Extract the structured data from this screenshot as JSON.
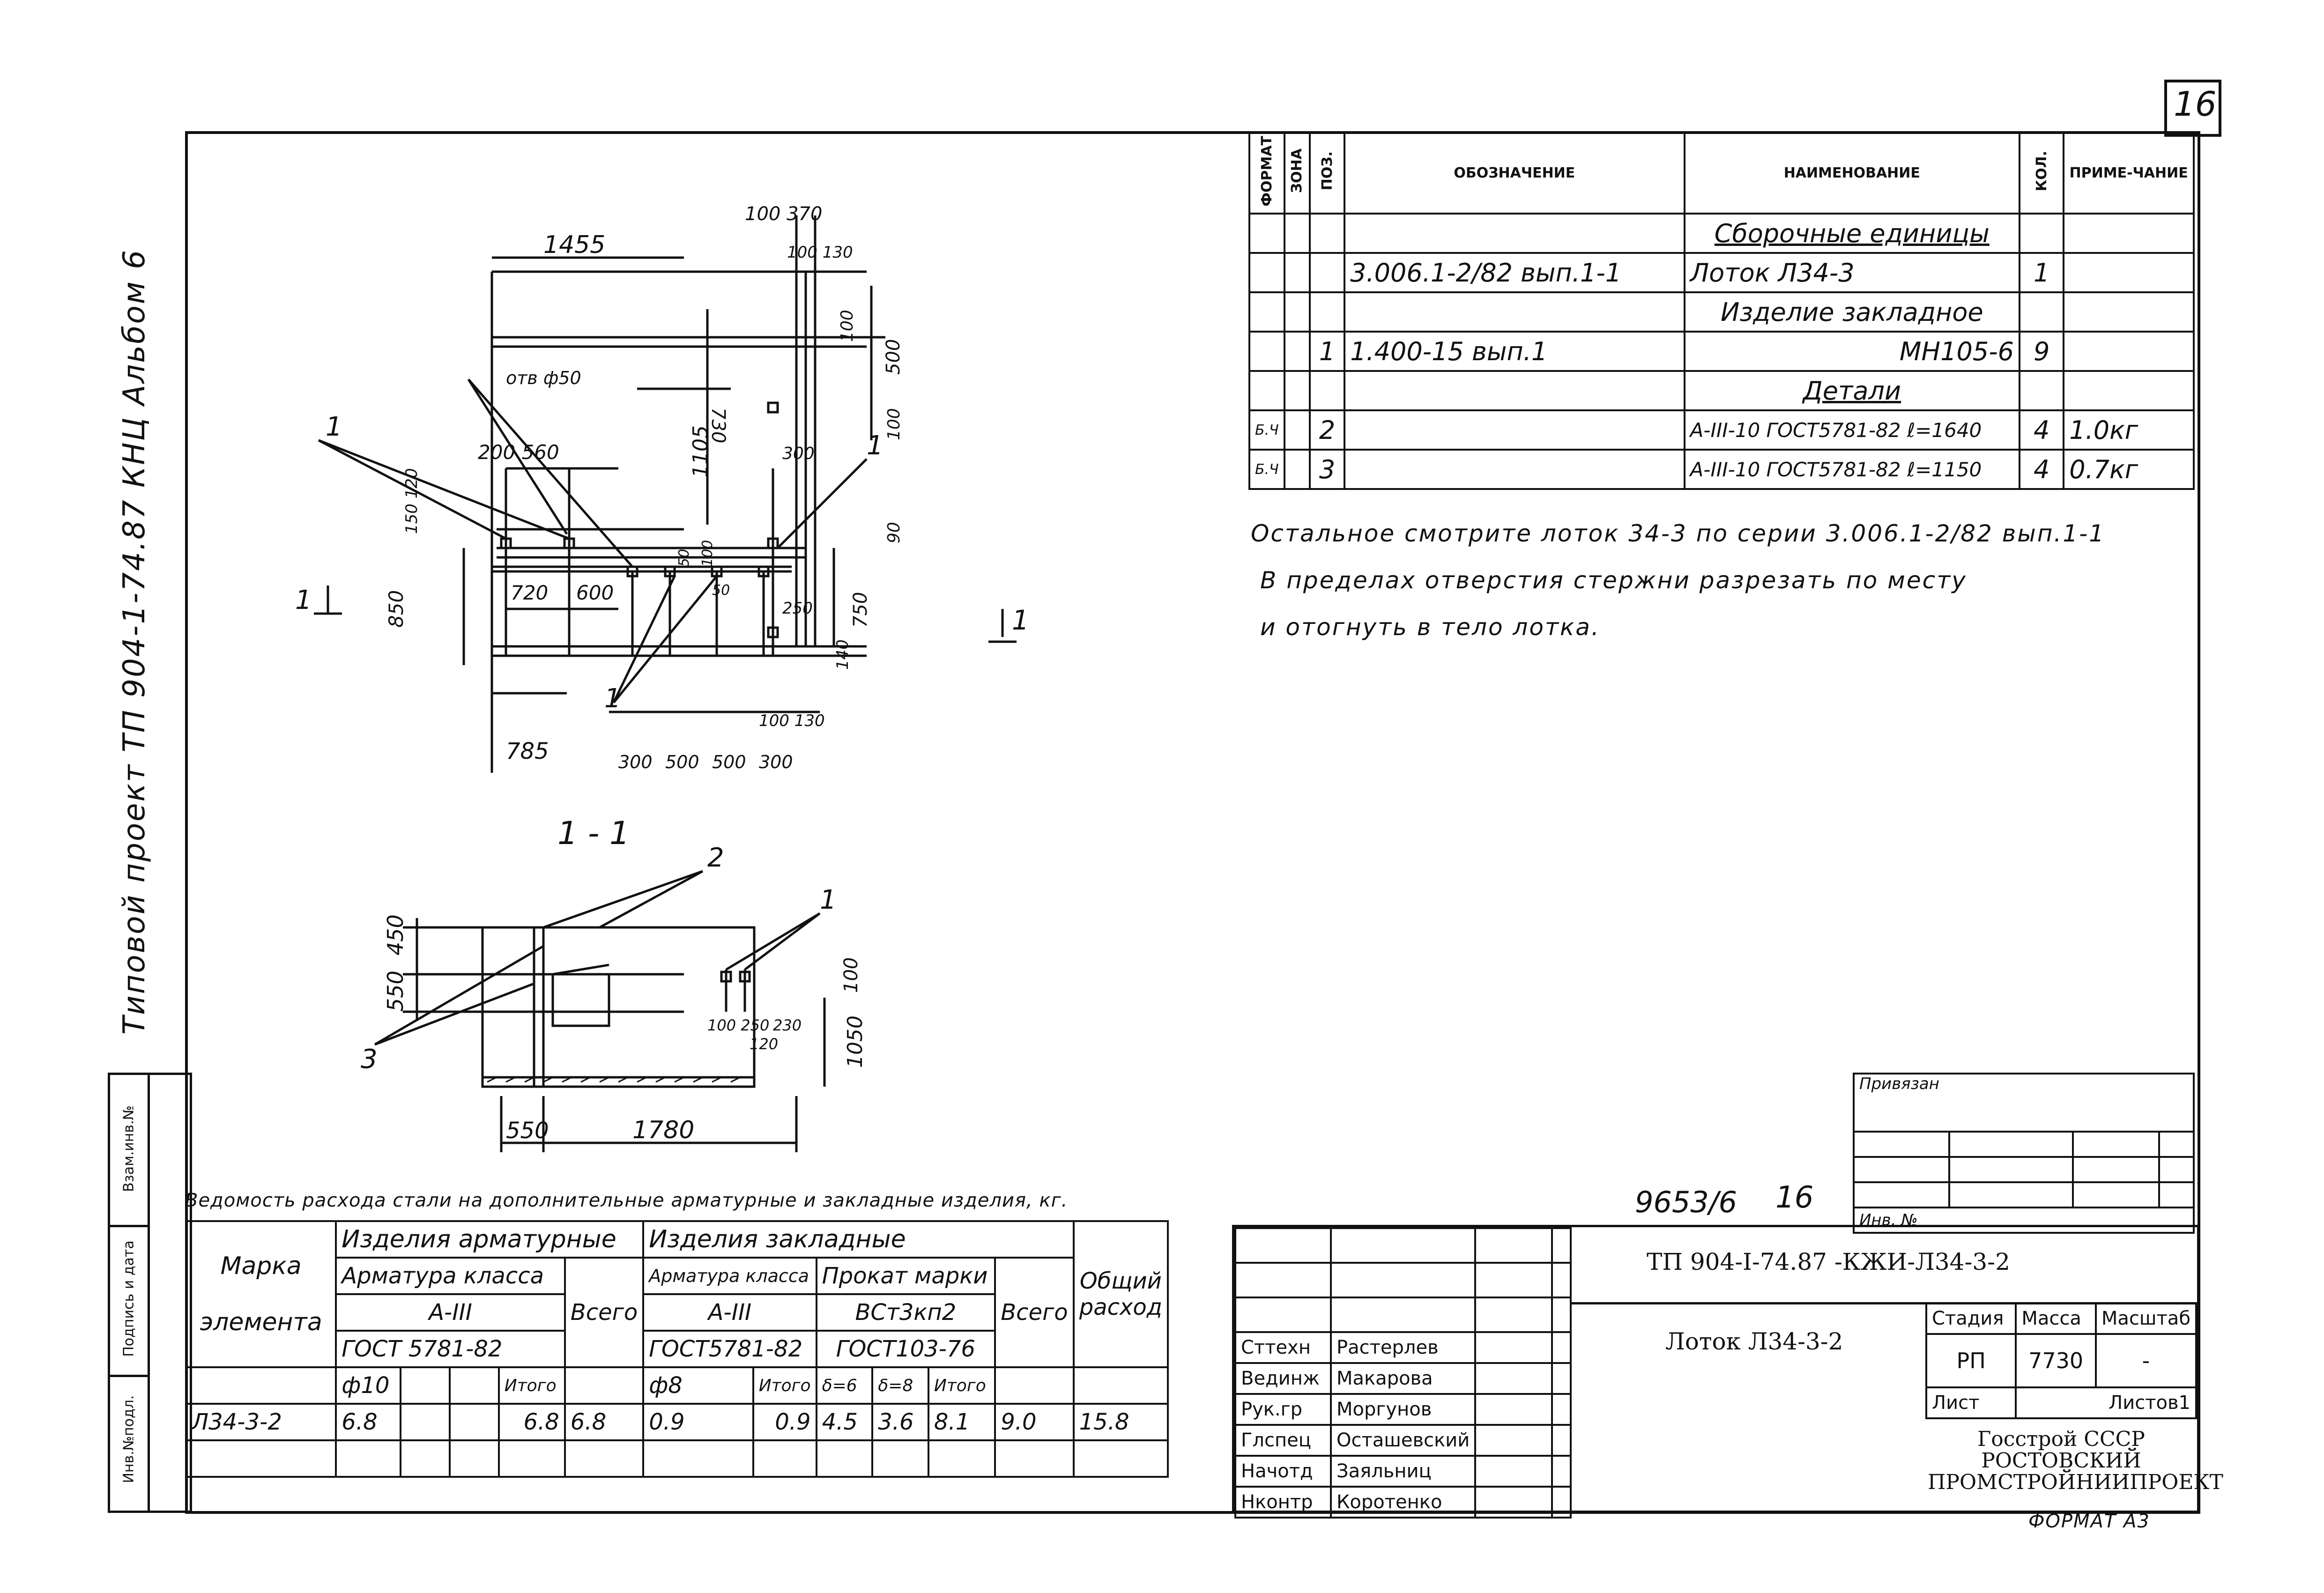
{
  "sheet_number": "16",
  "side_title": "Типовой проект ТП 904-1-74.87 КНЦ Альбом 6",
  "left_stamp": [
    "Инв.№подл.",
    "Подпись и дата",
    "Взам.инв.№"
  ],
  "spec": {
    "headers": {
      "format": "ФОРМАТ",
      "zone": "ЗОНА",
      "pos": "ПОЗ.",
      "designation": "ОБОЗНАЧЕНИЕ",
      "name": "НАИМЕНОВАНИЕ",
      "qty": "КОЛ.",
      "note": "ПРИМЕ-ЧАНИЕ"
    },
    "rows": [
      {
        "format": "",
        "pos": "",
        "designation": "",
        "name": "Сборочные единицы",
        "qty": "",
        "note": ""
      },
      {
        "format": "",
        "pos": "",
        "designation": "3.006.1-2/82 вып.1-1",
        "name": "Лоток Л34-3",
        "qty": "1",
        "note": ""
      },
      {
        "format": "",
        "pos": "",
        "designation": "",
        "name": "Изделие закладное",
        "qty": "",
        "note": ""
      },
      {
        "format": "",
        "pos": "1",
        "designation": "1.400-15 вып.1",
        "name": "МН105-6",
        "qty": "9",
        "note": ""
      },
      {
        "format": "",
        "pos": "",
        "designation": "",
        "name": "Детали",
        "qty": "",
        "note": ""
      },
      {
        "format": "Б.Ч",
        "pos": "2",
        "designation": "",
        "name": "А-III-10 ГОСТ5781-82 ℓ=1640",
        "qty": "4",
        "note": "1.0кг"
      },
      {
        "format": "Б.Ч",
        "pos": "3",
        "designation": "",
        "name": "А-III-10 ГОСТ5781-82 ℓ=1150",
        "qty": "4",
        "note": "0.7кг"
      }
    ]
  },
  "notes": [
    "Остальное смотрите лоток 34-3 по серии 3.006.1-2/82 вып.1-1",
    "В пределах отверстия стержни разрезать по месту",
    "и отогнуть в тело лотка."
  ],
  "plan_dims": {
    "d1455": "1455",
    "d100_370": "100 370",
    "d100_130a": "100 130",
    "otv": "отв ф50",
    "d730": "730",
    "d1105": "1105",
    "d100a": "100",
    "d500": "500",
    "d100b": "100",
    "d200_560": "200 560",
    "d300a": "300",
    "d150_120": "150 120",
    "d850": "850",
    "d720": "720",
    "d600": "600",
    "d750": "750",
    "d90": "90",
    "d250": "250",
    "d140": "140",
    "d100_130b": "100 130",
    "d785": "785",
    "d300b": "300",
    "d500a": "500",
    "d500b": "500",
    "d300c": "300",
    "d50a": "50",
    "d50b": "50",
    "d100c": "100",
    "section_mark_left": "1",
    "section_mark_right": "1",
    "call1a": "1",
    "call1b": "1",
    "call1c": "1"
  },
  "section": {
    "title": "1 - 1",
    "d450": "450",
    "d550": "550",
    "d1050": "1050",
    "d100": "100",
    "d100_250": "100 250",
    "d230": "230",
    "d120": "120",
    "d55": "550",
    "d1780": "1780",
    "call2": "2",
    "call1": "1",
    "call3": "3"
  },
  "steel": {
    "title": "Ведомость расхода стали на дополнительные арматурные и закладные изделия, кг.",
    "marka": "Марка",
    "element": "элемента",
    "armatur": "Изделия арматурные",
    "zaklad": "Изделия закладные",
    "armatura_klassa": "Арматура класса",
    "a3": "А-III",
    "gost5781": "ГОСТ 5781-82",
    "armatura_klassa2": "Арматура класса",
    "a3b": "А-III",
    "gost5781b": "ГОСТ5781-82",
    "prokat": "Прокат марки",
    "vst": "ВСт3кп2",
    "gost103": "ГОСТ103-76",
    "vsego": "Всего",
    "obsh": "Общий",
    "rashod": "расход",
    "f10": "ф10",
    "itogo": "Итого",
    "f8": "ф8",
    "itogo2": "Итого",
    "d6": "δ=6",
    "d8": "δ=8",
    "itogo3": "Итого",
    "row": {
      "mark": "Л34-3-2",
      "f10": "6.8",
      "itogo": "6.8",
      "vsego": "6.8",
      "f8": "0.9",
      "itogo2": "0.9",
      "d6": "4.5",
      "d8": "3.6",
      "itogo3": "8.1",
      "vsego2": "9.0",
      "total": "15.8"
    }
  },
  "privyazan": "Привязан",
  "inv_no": "Инв. №",
  "order": "9653/6",
  "order_sheet": "16",
  "title_block": {
    "code": "ТП   904-I-74.87 -КЖИ-Л34-3-2",
    "name": "Лоток   Л34-3-2",
    "stage_h": "Стадия",
    "mass_h": "Масса",
    "scale_h": "Масштаб",
    "stage": "РП",
    "mass": "7730",
    "scale": "-",
    "sheet_h": "Лист",
    "sheets_h": "Листов1",
    "org": "Госстрой СССР РОСТОВСКИЙ ПРОМСТРОЙНИИПРОЕКТ",
    "people": [
      {
        "role": "Сттехн",
        "name": "Растерлев"
      },
      {
        "role": "Вединж",
        "name": "Макарова"
      },
      {
        "role": "Рук.гр",
        "name": "Моргунов"
      },
      {
        "role": "Глспец",
        "name": "Осташевский"
      },
      {
        "role": "Начотд",
        "name": "Заяльниц"
      },
      {
        "role": "Нконтр",
        "name": "Коротенко"
      }
    ]
  },
  "format": "ФОРМАТ А3"
}
